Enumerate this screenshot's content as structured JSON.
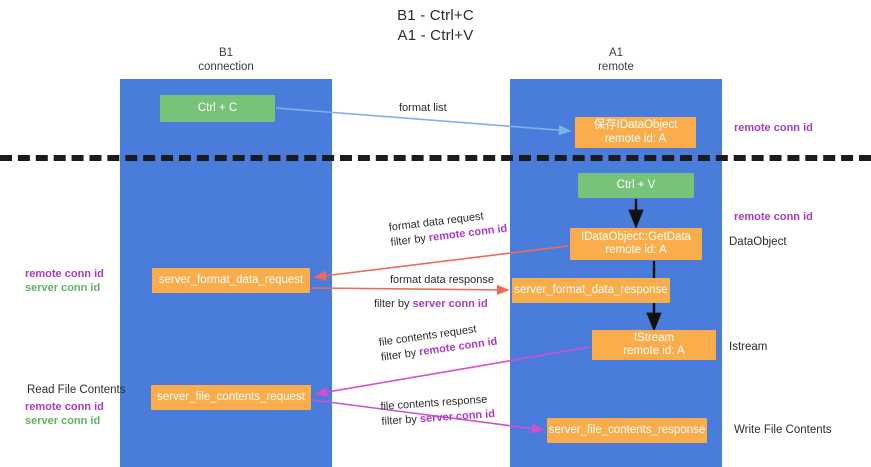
{
  "title": {
    "line1": "B1 - Ctrl+C",
    "line2": "A1 - Ctrl+V"
  },
  "lanes": [
    {
      "id": "b1",
      "name": "B1",
      "subtitle": "connection",
      "color": "#4a7ddb"
    },
    {
      "id": "a1",
      "name": "A1",
      "subtitle": "remote",
      "color": "#4a7ddb"
    }
  ],
  "colors": {
    "lane": "#4a7ddb",
    "green_node": "#77c478",
    "orange_node": "#fbad4b",
    "remote_conn_id": "#a83bc8",
    "server_conn_id": "#62b463",
    "arrow_blue": "#7fb2e5",
    "arrow_red": "#ef6a5a",
    "arrow_magenta": "#d24fd2",
    "arrow_black": "#111111",
    "divider": "#1c1c1c"
  },
  "nodes": {
    "ctrl_c": {
      "label": "Ctrl + C",
      "style": "green"
    },
    "save_idataobject": {
      "line1": "保存IDataObject",
      "line2": "remote id: A",
      "style": "orange"
    },
    "ctrl_v": {
      "label": "Ctrl + V",
      "style": "green"
    },
    "getdata": {
      "line1": "IDataObject::GetData",
      "line2": "remote id: A",
      "style": "orange"
    },
    "server_format_data_request": {
      "label": "server_format_data_request",
      "style": "orange"
    },
    "server_format_data_response": {
      "label": "server_format_data_response",
      "style": "orange"
    },
    "istream": {
      "line1": "IStream",
      "line2": "remote id: A",
      "style": "orange"
    },
    "server_file_contents_request": {
      "label": "server_file_contents_request",
      "style": "orange"
    },
    "server_file_contents_response": {
      "label": "server_file_contents_response",
      "style": "orange"
    }
  },
  "edges": {
    "format_list": {
      "label": "format list",
      "color": "#7fb2e5"
    },
    "format_data_request": {
      "line1": "format data request",
      "filter_prefix": "filter by ",
      "filter_value": "remote conn id",
      "color": "#ef6a5a"
    },
    "format_data_response": {
      "line1": "format data response",
      "filter_prefix": "filter by ",
      "filter_value": "server conn id",
      "color": "#ef6a5a"
    },
    "file_contents_request": {
      "line1": "file contents request",
      "filter_prefix": "filter by ",
      "filter_value": "remote conn id",
      "color": "#d24fd2"
    },
    "file_contents_response": {
      "line1": "file contents response",
      "filter_prefix": "filter by ",
      "filter_value": "server conn id",
      "color": "#d24fd2"
    }
  },
  "annotations": {
    "right_remote_conn_id_top": "remote conn id",
    "right_remote_conn_id_mid": "remote conn id",
    "right_dataobject": "DataObject",
    "right_istream": "Istream",
    "right_write_file_contents": "Write File Contents",
    "left_read_file_contents": "Read File Contents",
    "left_remote_conn_id_a": "remote conn id",
    "left_server_conn_id_a": "server conn id",
    "left_remote_conn_id_b": "remote conn id",
    "left_server_conn_id_b": "server conn id"
  }
}
